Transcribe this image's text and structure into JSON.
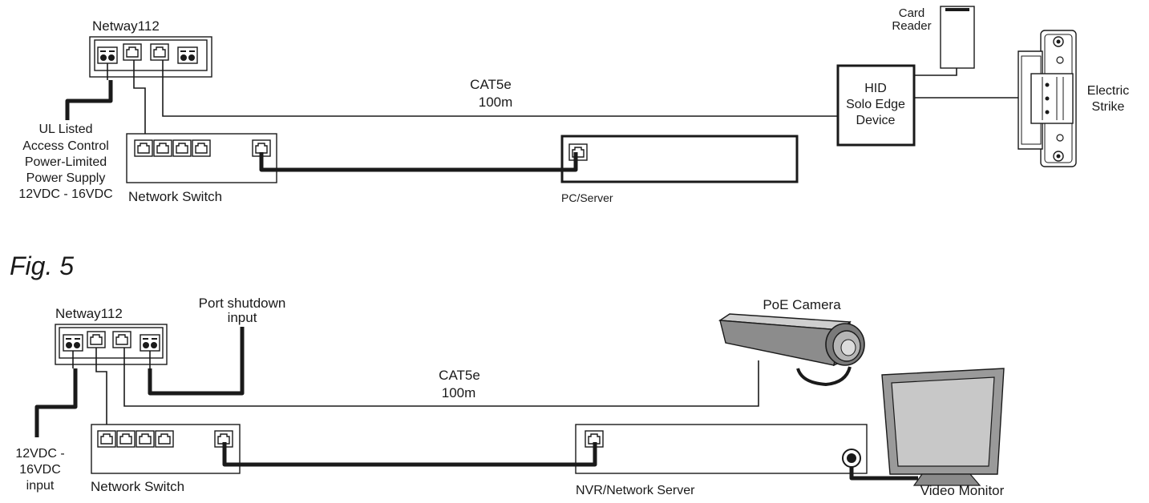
{
  "diagram1": {
    "netway_label": "Netway112",
    "cable_label_1": "CAT5e",
    "cable_label_2": "100m",
    "power_supply_lines": [
      "UL Listed",
      "Access Control",
      "Power-Limited",
      "Power Supply",
      "12VDC - 16VDC"
    ],
    "network_switch_label": "Network Switch",
    "pc_server_label": "PC/Server",
    "card_reader_lines": [
      "Card",
      "Reader"
    ],
    "hid_lines": [
      "HID",
      "Solo Edge",
      "Device"
    ],
    "electric_strike_lines": [
      "Electric",
      "Strike"
    ]
  },
  "figure_label": "Fig. 5",
  "diagram2": {
    "netway_label": "Netway112",
    "port_shutdown_lines": [
      "Port shutdown",
      "input"
    ],
    "cable_label_1": "CAT5e",
    "cable_label_2": "100m",
    "poe_camera_label": "PoE Camera",
    "power_input_lines": [
      "12VDC -",
      "16VDC",
      "input"
    ],
    "network_switch_label": "Network Switch",
    "nvr_label": "NVR/Network Server",
    "video_monitor_label": "Video Monitor"
  },
  "colors": {
    "line": "#1a1a1a",
    "device_gray": "#9a9a9a",
    "screen_gray": "#c8c8c8"
  }
}
